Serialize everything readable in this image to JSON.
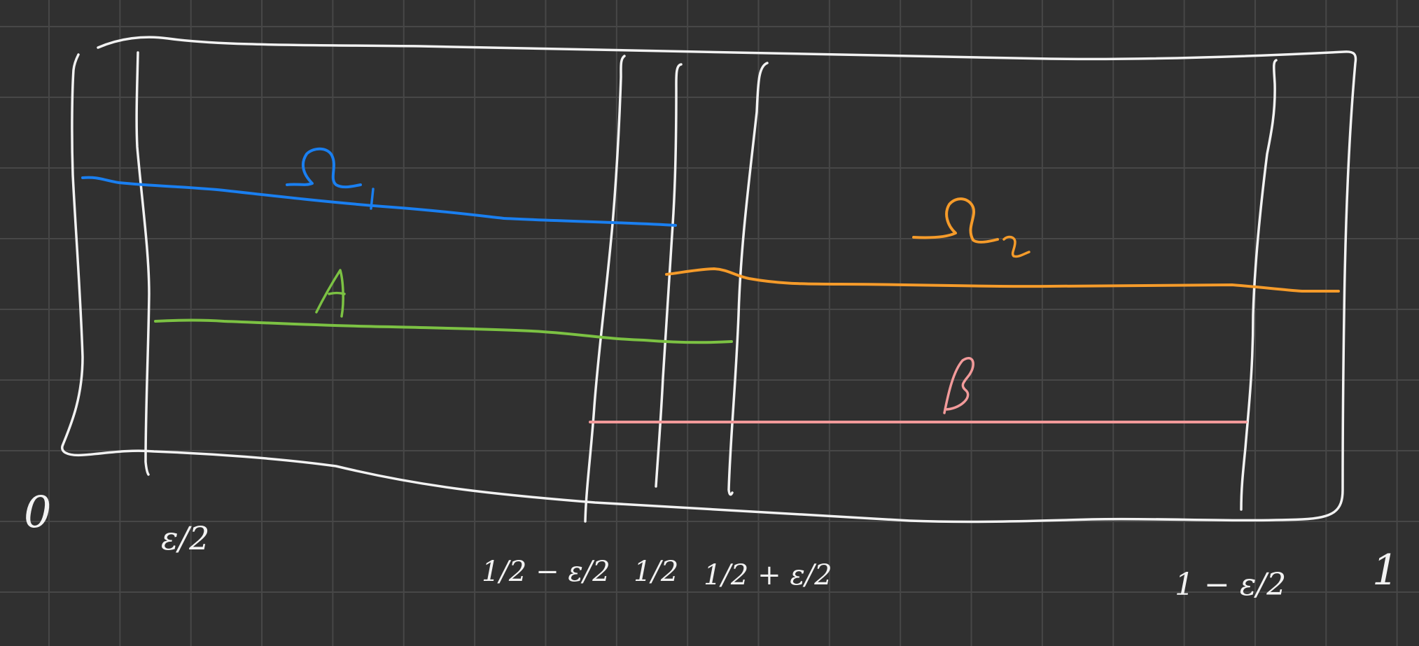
{
  "colors": {
    "background": "#303030",
    "grid": "#474747",
    "chalk": "#f2f2f2",
    "omega1": "#1a7ff0",
    "omega2": "#f59b2a",
    "setA": "#7cc243",
    "setB": "#f29a9a"
  },
  "sets": {
    "omega1_label": "Ω₁",
    "omega2_label": "Ω₂",
    "a_label": "A",
    "b_label": "B"
  },
  "ticks": {
    "zero": "0",
    "eps_half": "ε/2",
    "half_minus_eps": "1/2 − ε/2",
    "half": "1/2",
    "half_plus_eps": "1/2 + ε/2",
    "one_minus_eps": "1 − ε/2",
    "one": "1"
  }
}
